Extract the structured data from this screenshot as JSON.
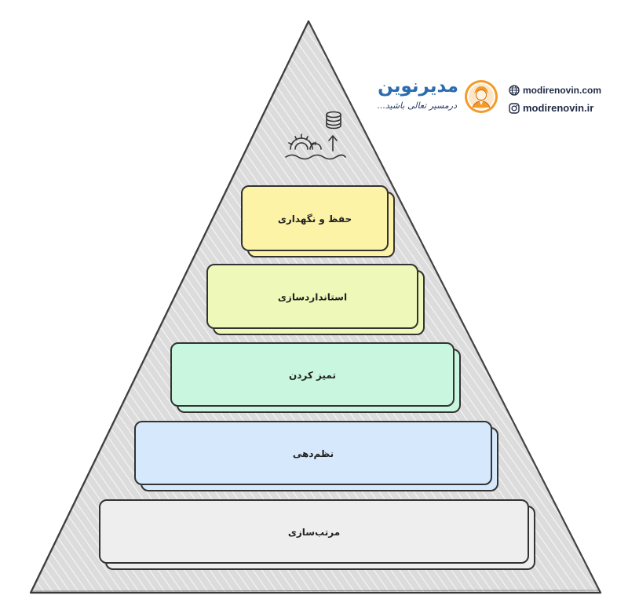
{
  "brand": {
    "name": "مدیرنوین",
    "slogan": "درمسیر تعالی باشید...",
    "website": "modirenovin.com",
    "instagram": "modirenovin.ir",
    "primary_color": "#2b6cb0",
    "avatar_color": "#f39a2b"
  },
  "header_icon": "gears-database-upload-icon",
  "pyramid": {
    "tiers": [
      {
        "label": "حفظ و نگهداری",
        "fill": "#fdf3a7"
      },
      {
        "label": "استانداردسازی",
        "fill": "#eef8b8"
      },
      {
        "label": "تمیز کردن",
        "fill": "#c9f6df"
      },
      {
        "label": "نظم‌دهی",
        "fill": "#d6e8fb"
      },
      {
        "label": "مرتب‌سازی",
        "fill": "#eeeeee"
      }
    ],
    "background_fill": "#dcdcdc"
  }
}
